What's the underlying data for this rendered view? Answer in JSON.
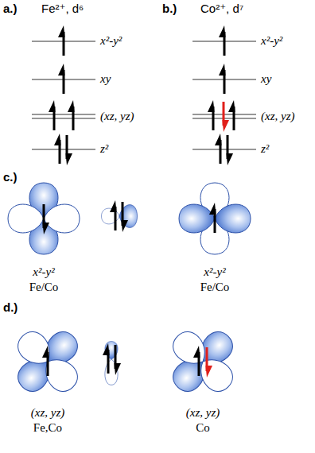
{
  "diagram": {
    "labels": [
      "a.)",
      "Fe²⁺, d⁶",
      "x²-y²",
      "xy",
      "(xz, yz)",
      "z²",
      "b.)",
      "Co²⁺, d⁷",
      "x²-y²",
      "xy",
      "(xz, yz)",
      "z²",
      "c.)",
      "x²-y²",
      "Fe/Co",
      "x²-y²",
      "Fe/Co",
      "d.)",
      "(xz, yz)",
      "Fe,Co",
      "(xz, yz)",
      "Co"
    ]
  }
}
